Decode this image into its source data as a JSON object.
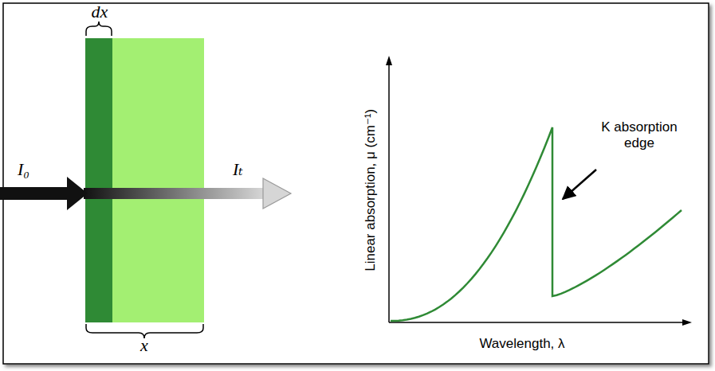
{
  "diagram": {
    "labels": [
      "dx",
      "I₀",
      "Iₜ",
      "x",
      "Linear absorption, μ (cm⁻¹)",
      "Wavelength, λ",
      "K absorption edge"
    ]
  }
}
